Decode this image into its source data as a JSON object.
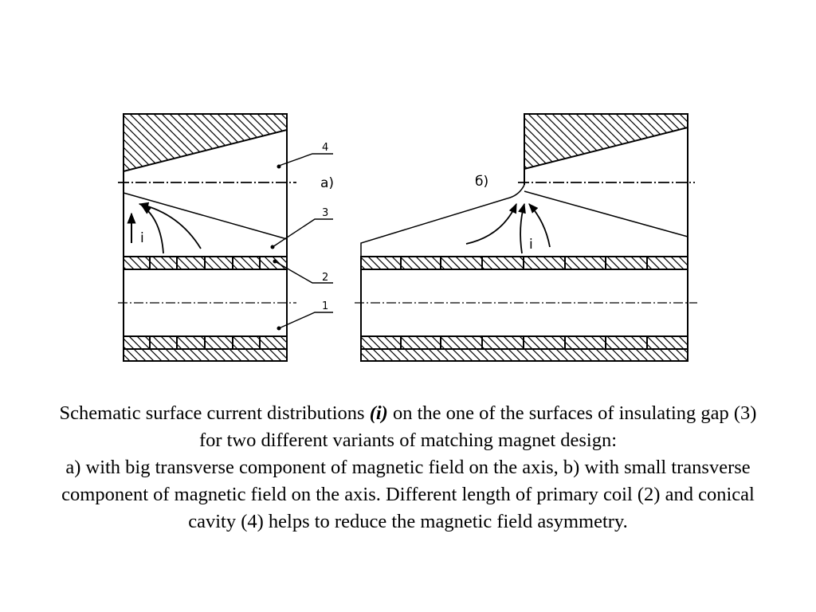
{
  "diagram": {
    "variant_a_label": "a)",
    "variant_b_label": "б)",
    "current_label_a": "i",
    "current_label_b": "i",
    "part_labels": {
      "cavity": "4",
      "gap": "3",
      "coil": "2",
      "tube": "1"
    }
  },
  "caption": {
    "part1": "Schematic surface current distributions ",
    "symbol": "(i)",
    "part2": " on the one of the surfaces of insulating gap (3) for two different variants of matching magnet design:",
    "part3": "a) with big transverse component of magnetic field on the axis, b) with small transverse component of magnetic field on the axis. Different length of primary coil (2) and conical cavity (4) helps to reduce the magnetic field asymmetry."
  }
}
